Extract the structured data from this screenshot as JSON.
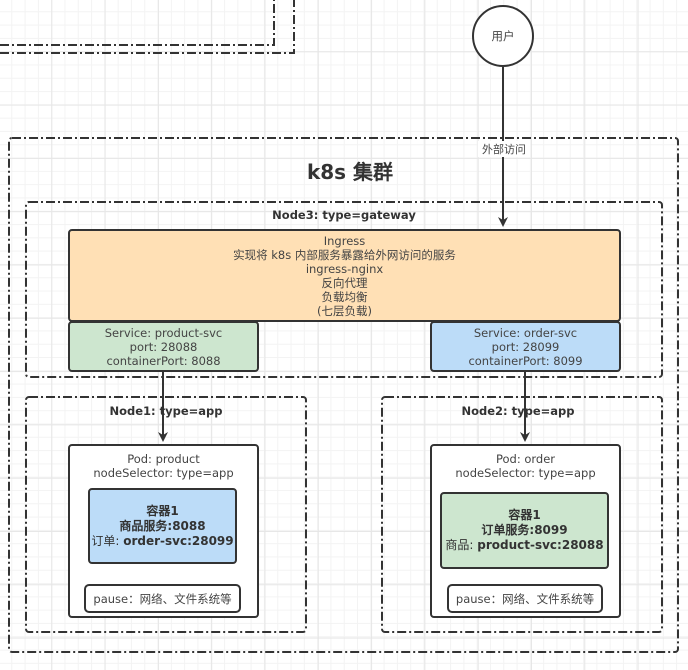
{
  "diagram": {
    "user": {
      "label": "用户"
    },
    "edge_external": {
      "label": "外部访问"
    },
    "cluster": {
      "title": "k8s 集群"
    },
    "node3": {
      "title": "Node3: type=gateway",
      "ingress": {
        "lines": [
          "Ingress",
          "实现将 k8s 内部服务暴露给外网访问的服务",
          "ingress-nginx",
          "反向代理",
          "负载均衡",
          "(七层负载)"
        ]
      },
      "product_svc": {
        "lines": [
          "Service: product-svc",
          "port: 28088",
          "containerPort: 8088"
        ]
      },
      "order_svc": {
        "lines": [
          "Service: order-svc",
          "port: 28099",
          "containerPort: 8099"
        ]
      }
    },
    "node1": {
      "title": "Node1: type=app",
      "pod": {
        "lines": [
          "Pod: product",
          "nodeSelector: type=app"
        ],
        "container": {
          "name": "容器1",
          "service": "商品服务:8088",
          "ref_prefix": "订单: ",
          "ref": "order-svc:28099"
        },
        "pause": "pause：网络、文件系统等"
      }
    },
    "node2": {
      "title": "Node2: type=app",
      "pod": {
        "lines": [
          "Pod: order",
          "nodeSelector: type=app"
        ],
        "container": {
          "name": "容器1",
          "service": "订单服务:8099",
          "ref_prefix": "商品: ",
          "ref": "product-svc:28088"
        },
        "pause": "pause：网络、文件系统等"
      }
    },
    "colors": {
      "ingress_fill": "#ffe0b5",
      "green_fill": "#cde6cf",
      "blue_fill": "#bcdcf8",
      "stroke": "#333333"
    }
  }
}
